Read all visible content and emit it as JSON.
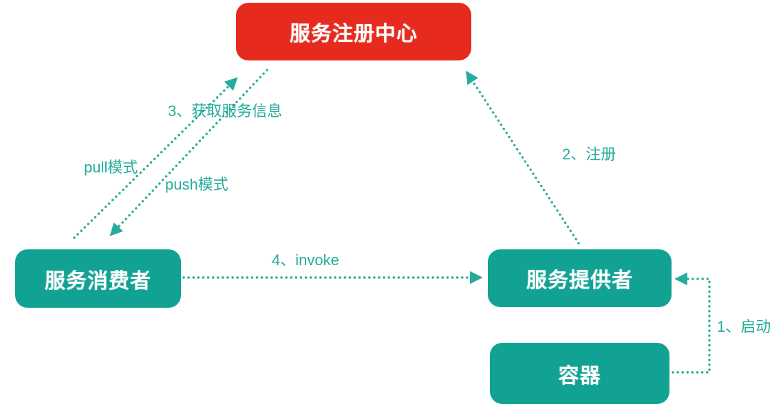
{
  "diagram": {
    "title": "service-registry-discovery-diagram",
    "colors": {
      "registry_red": "#e62a1e",
      "node_teal": "#11a294",
      "arrow_teal": "#25ac9c"
    },
    "nodes": {
      "registry": {
        "label": "服务注册中心",
        "color": "#e62a1e"
      },
      "consumer": {
        "label": "服务消费者",
        "color": "#11a294"
      },
      "provider": {
        "label": "服务提供者",
        "color": "#11a294"
      },
      "container": {
        "label": "容器",
        "color": "#11a294"
      }
    },
    "edges": {
      "start": {
        "label": "1、启动",
        "from": "container",
        "to": "provider",
        "style": "dotted-elbow"
      },
      "register": {
        "label": "2、注册",
        "from": "provider",
        "to": "registry",
        "style": "dotted"
      },
      "fetch": {
        "label": "3、获取服务信息",
        "from": "consumer",
        "to": "registry",
        "style": "dotted"
      },
      "pull": {
        "label": "pull模式",
        "from": "consumer",
        "to": "registry",
        "style": "dotted"
      },
      "push": {
        "label": "push模式",
        "from": "registry",
        "to": "consumer",
        "style": "dotted"
      },
      "invoke": {
        "label": "4、invoke",
        "from": "consumer",
        "to": "provider",
        "style": "dotted"
      }
    }
  }
}
